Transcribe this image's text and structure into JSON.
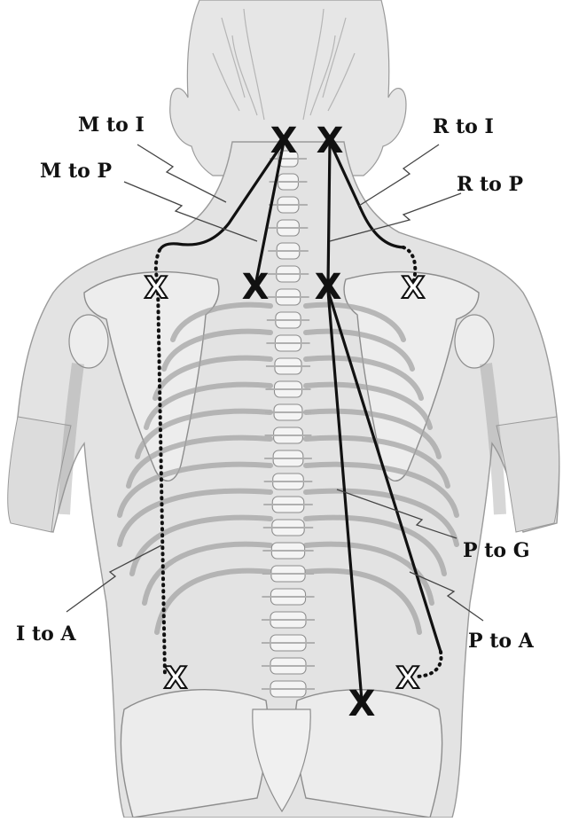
{
  "labels": {
    "m_to_i": "M to I",
    "m_to_p": "M to P",
    "r_to_i": "R to I",
    "r_to_p": "R to P",
    "p_to_g": "P to G",
    "i_to_a": "I to A",
    "p_to_a": "P to A"
  },
  "colors": {
    "background": "#ffffff",
    "anatomy_fill": "#e3e3e3",
    "anatomy_stroke": "#9a9a9a",
    "bone_fill": "#f2f2f2",
    "measure_line": "#111111",
    "marker_solid": "#111111",
    "marker_outline": "#ffffff"
  },
  "markers": {
    "solid": "X",
    "outline": "X"
  }
}
